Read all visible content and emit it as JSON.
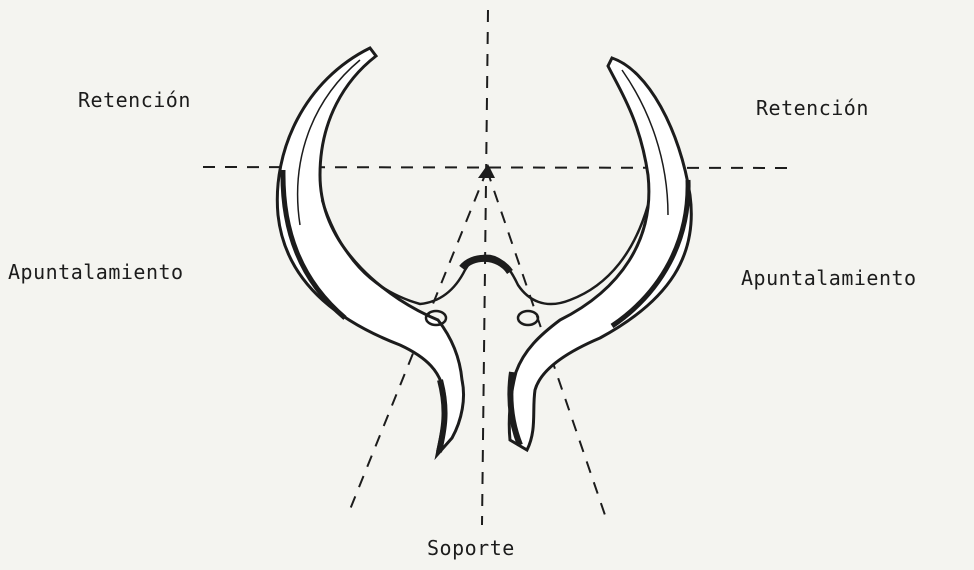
{
  "labels": {
    "retention_left": "Retención",
    "retention_right": "Retención",
    "bracing_left": "Apuntalamiento",
    "bracing_right": "Apuntalamiento",
    "support": "Soporte"
  },
  "colors": {
    "ink": "#1c1c1c",
    "paper": "#f4f4f0"
  }
}
